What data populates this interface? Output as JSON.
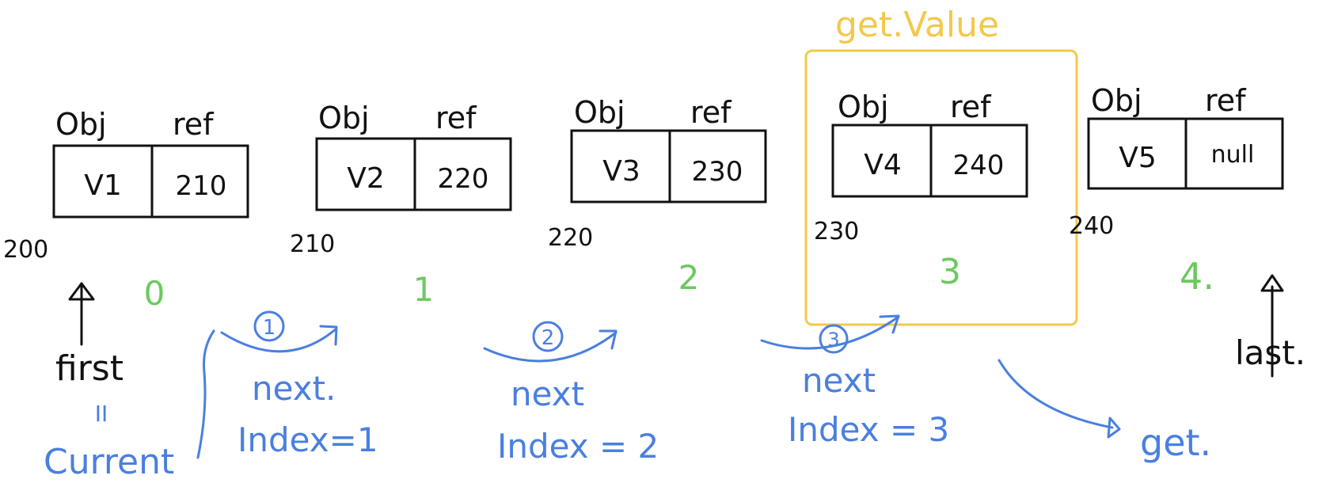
{
  "colors": {
    "ink": "#111111",
    "index_green": "#6bc95f",
    "flow_blue": "#4a7fe0",
    "highlight_yellow": "#f3c84b"
  },
  "nodes": [
    {
      "obj_label": "Obj",
      "ref_label": "ref",
      "value": "V1",
      "ref": "210",
      "address": "200",
      "index": "0"
    },
    {
      "obj_label": "Obj",
      "ref_label": "ref",
      "value": "V2",
      "ref": "220",
      "address": "210",
      "index": "1"
    },
    {
      "obj_label": "Obj",
      "ref_label": "ref",
      "value": "V3",
      "ref": "230",
      "address": "220",
      "index": "2"
    },
    {
      "obj_label": "Obj",
      "ref_label": "ref",
      "value": "V4",
      "ref": "240",
      "address": "230",
      "index": "3"
    },
    {
      "obj_label": "Obj",
      "ref_label": "ref",
      "value": "V5",
      "ref": "null",
      "address": "240",
      "index": "4."
    }
  ],
  "highlight": {
    "label": "get.Value"
  },
  "pointers": {
    "first": "first",
    "equals": "II",
    "current": "Current",
    "last": "last."
  },
  "steps": [
    {
      "number": "1",
      "action": "next.",
      "index_text": "Index=1"
    },
    {
      "number": "2",
      "action": "next",
      "index_text": "Index = 2"
    },
    {
      "number": "3",
      "action": "next",
      "index_text": "Index = 3"
    }
  ],
  "get_label": "get."
}
